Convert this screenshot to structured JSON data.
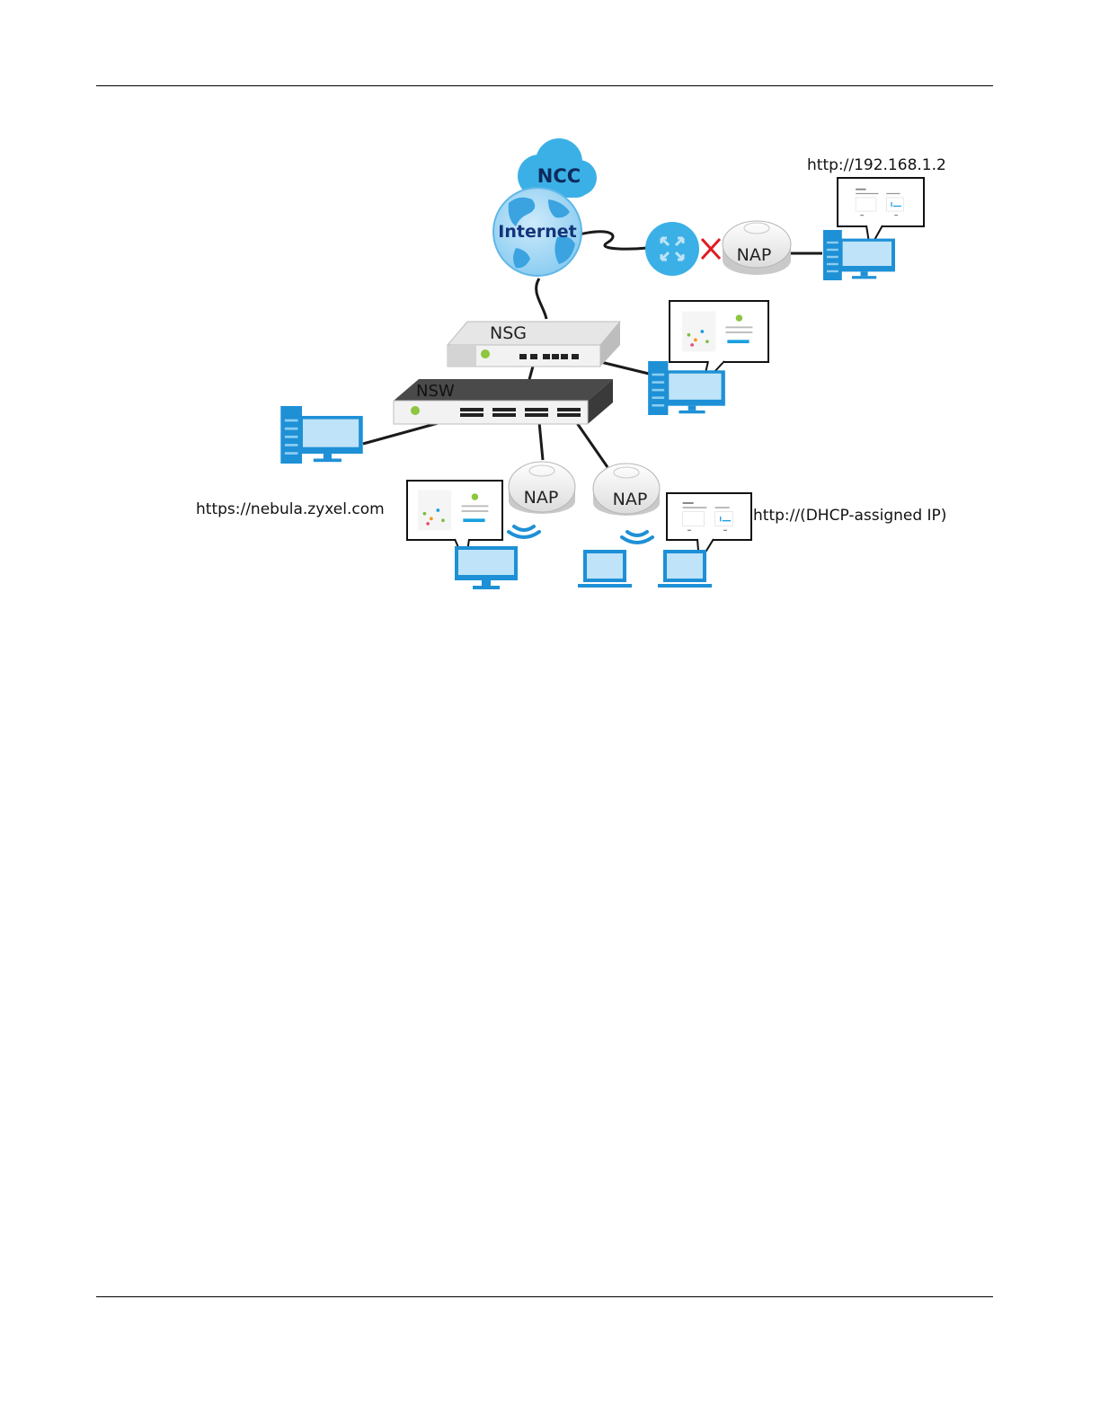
{
  "diagram": {
    "cloud_label": "NCC",
    "globe_label": "Internet",
    "gateway_label": "NSG",
    "switch_label": "NSW",
    "ap_top_label": "NAP",
    "ap_left_label": "NAP",
    "ap_right_label": "NAP",
    "url_ap_local": "http://192.168.1.2",
    "url_nebula": "https://nebula.zyxel.com",
    "url_dhcp": "http://(DHCP-assigned IP)"
  },
  "colors": {
    "device_blue": "#1e90d6",
    "screen_blue": "#bfe3f8",
    "cloud_blue": "#3bb0e6",
    "globe_light": "#a8d8f4",
    "link_black": "#1a1a1a",
    "blocked_red": "#e01b22",
    "ui_accent": "#1aa0e0"
  },
  "icons": [
    "cloud-icon",
    "globe-icon",
    "router-icon",
    "access-point-icon",
    "desktop-icon",
    "laptop-icon",
    "wifi-icon",
    "blocked-x-icon"
  ]
}
